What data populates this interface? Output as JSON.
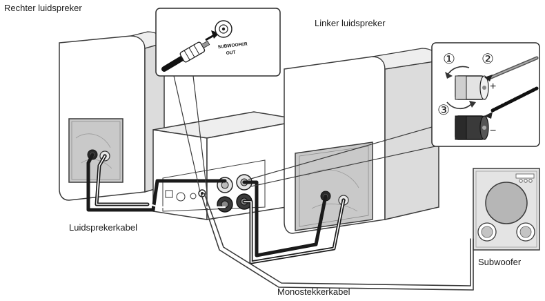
{
  "labels": {
    "right_speaker": "Rechter luidspreker",
    "left_speaker": "Linker luidspreker",
    "speaker_cable": "Luidsprekerkabel",
    "subwoofer": "Subwoofer",
    "mono_plug_cable": "Monostekkerkabel"
  },
  "jack": {
    "line1": "SUBWOOFER",
    "line2": "OUT"
  },
  "steps": {
    "one": "①",
    "two": "②",
    "three": "③"
  },
  "polarity": {
    "plus": "+",
    "minus": "−"
  },
  "colors": {
    "outline": "#3a3a3a",
    "panel": "#ffffff",
    "shade": "#dcdcdc",
    "grille": "#c9c9c9",
    "subwoofer": "#e4e4e4",
    "cable": "#1a1a1a"
  }
}
